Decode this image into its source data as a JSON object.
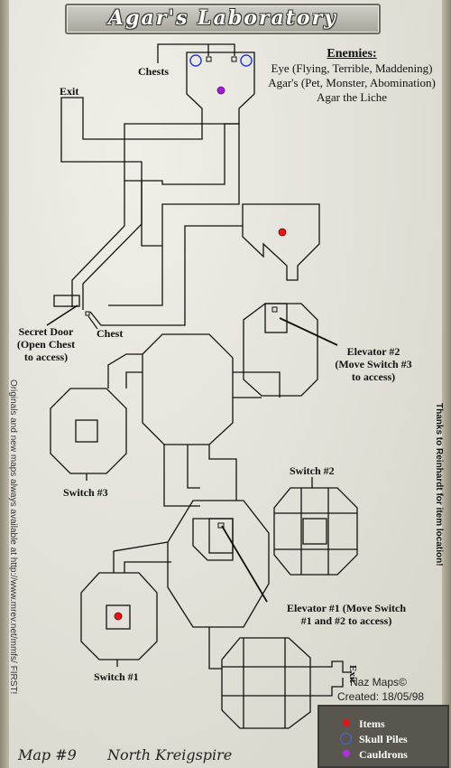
{
  "title": "Agar's Laboratory",
  "enemies": {
    "header": "Enemies:",
    "lines": [
      "Eye (Flying, Terrible, Maddening)",
      "Agar's (Pet, Monster, Abomination)",
      "Agar the Liche"
    ]
  },
  "labels": {
    "chests": "Chests",
    "exit_top": "Exit",
    "exit_right": "Exit",
    "chest": "Chest",
    "secret_door": [
      "Secret Door",
      "(Open Chest",
      "to access)"
    ],
    "elevator2": [
      "Elevator #2",
      "(Move Switch #3",
      "to access)"
    ],
    "switch1": "Switch #1",
    "switch2": "Switch #2",
    "switch3": "Switch #3",
    "elevator1": [
      "Elevator #1  (Move Switch",
      "#1 and #2 to access)"
    ]
  },
  "credits": {
    "left_vertical": "Originals and new maps always available at http://www.mrev.net/mmfs/ FIRST!",
    "right_vertical": "Thanks to Reinhardt  for item location!",
    "naz": "Naz Maps©",
    "created": "Created: 18/05/98"
  },
  "footer": {
    "map_no": "Map  #9",
    "region": "North  Kreigspire"
  },
  "legend": {
    "items": [
      {
        "label": "Items",
        "icon": "red-dot-icon",
        "color": "#e01818"
      },
      {
        "label": "Skull Piles",
        "icon": "blue-circle-icon",
        "color": "#2a3fd6"
      },
      {
        "label": "Cauldrons",
        "icon": "purple-dot-icon",
        "color": "#a020d0"
      }
    ]
  },
  "colors": {
    "item": "#e01818",
    "skull_pile": "#2a3fd6",
    "cauldron": "#a020d0",
    "wall": "#111111"
  }
}
